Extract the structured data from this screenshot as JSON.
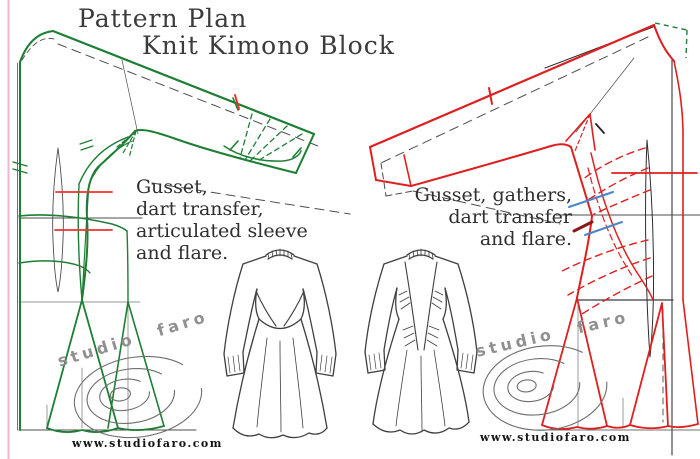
{
  "title": {
    "line1": "Pattern Plan",
    "line2": "Knit Kimono Block"
  },
  "left_pattern": {
    "note_lines": [
      "Gusset,",
      "dart transfer,",
      "articulated sleeve",
      "and flare."
    ],
    "url": "www.studiofaro.com"
  },
  "right_pattern": {
    "note_lines": [
      "Gusset, gathers,",
      "dart transfer",
      "and flare."
    ],
    "url": "www.studiofaro.com"
  },
  "watermark": {
    "left_text": "studio faro",
    "right_text": "studio faro"
  },
  "colors": {
    "left_pattern_green": "#1e7e34",
    "right_pattern_red": "#df1f1f",
    "notch_red": "#f03030",
    "guide_blue": "#4a86c8",
    "dark_red_mark": "#8a1a1a",
    "base_line_gray": "#4d4d4d",
    "sketch_gray": "#3f3f3f",
    "watermark_gray": "#6e6e6e",
    "page_edge_pink": "#f2b6cb"
  }
}
